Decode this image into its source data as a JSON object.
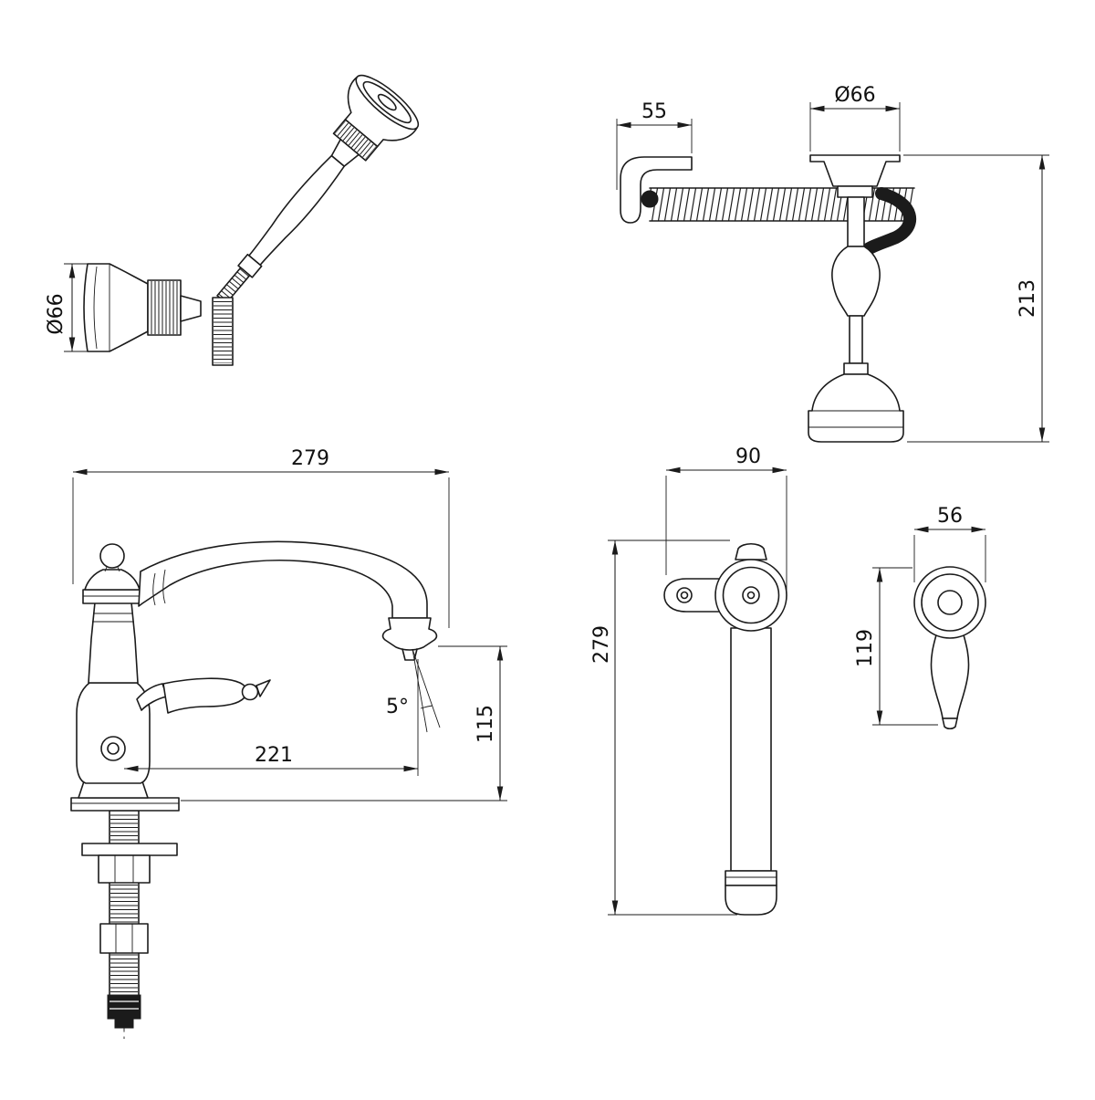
{
  "meta": {
    "background": "#ffffff",
    "line_color": "#1b1b1b"
  },
  "views": {
    "handshower_side": {
      "dim_head_diameter": "Ø66"
    },
    "handshower_bracket": {
      "dim_offset": "55",
      "dim_holder_diameter": "Ø66",
      "dim_overall_height": "213"
    },
    "faucet_side": {
      "dim_overall_width": "279",
      "dim_spout_reach": "221",
      "dim_outlet_height": "115",
      "dim_outlet_angle": "5°"
    },
    "faucet_front": {
      "dim_width": "90",
      "dim_overall_height": "279"
    },
    "handshower_front": {
      "dim_head_width": "56",
      "dim_length": "119"
    }
  }
}
